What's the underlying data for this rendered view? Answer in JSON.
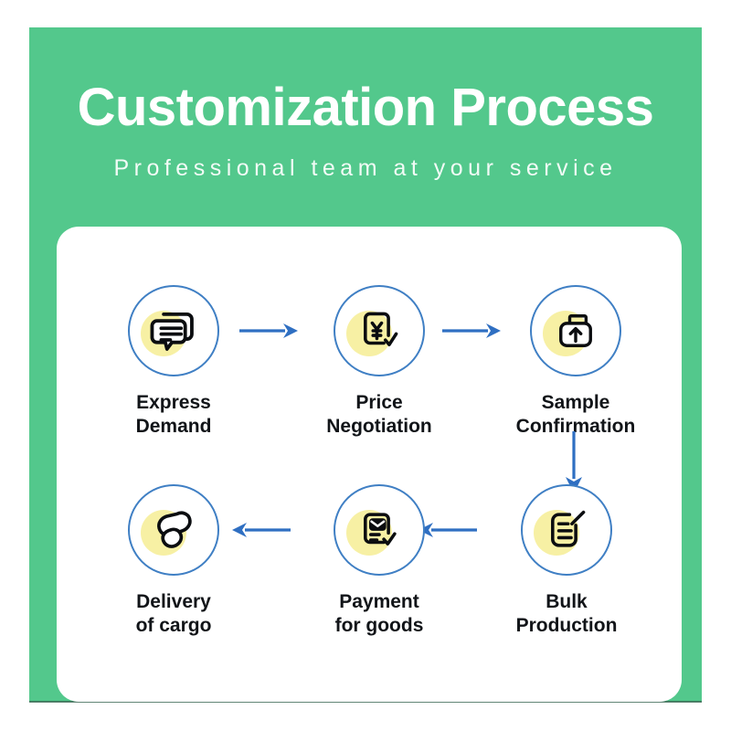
{
  "poster": {
    "title": "Customization Process",
    "subtitle": "Professional team at your service",
    "colors": {
      "background_green": "#53c88c",
      "card_white": "#ffffff",
      "accent_blue": "#3f7fc4",
      "arrow_blue": "#2f6fc2",
      "blob_yellow": "#f7f0a4",
      "text_dark": "#111418",
      "title_white": "#ffffff"
    }
  },
  "flow": {
    "steps": [
      {
        "order": 1,
        "label": "Express\nDemand",
        "icon": "chat-bubbles-icon",
        "row": "top",
        "column": 1
      },
      {
        "order": 2,
        "label": "Price\nNegotiation",
        "icon": "yen-invoice-check-icon",
        "row": "top",
        "column": 2
      },
      {
        "order": 3,
        "label": "Sample\nConfirmation",
        "icon": "folder-upload-icon",
        "row": "top",
        "column": 3
      },
      {
        "order": 4,
        "label": "Bulk\nProduction",
        "icon": "document-pen-icon",
        "row": "bottom",
        "column": 3
      },
      {
        "order": 5,
        "label": "Payment\nfor goods",
        "icon": "receipt-check-icon",
        "row": "bottom",
        "column": 2
      },
      {
        "order": 6,
        "label": "Delivery\nof cargo",
        "icon": "packages-icon",
        "row": "bottom",
        "column": 1
      }
    ],
    "connectors": [
      {
        "id": "arrow-1-to-2",
        "direction": "right",
        "from": "Express Demand",
        "to": "Price Negotiation"
      },
      {
        "id": "arrow-2-to-3",
        "direction": "right",
        "from": "Price Negotiation",
        "to": "Sample Confirmation"
      },
      {
        "id": "arrow-3-to-4",
        "direction": "down",
        "from": "Sample Confirmation",
        "to": "Bulk Production"
      },
      {
        "id": "arrow-4-to-5",
        "direction": "left",
        "from": "Bulk Production",
        "to": "Payment for goods"
      },
      {
        "id": "arrow-5-to-6",
        "direction": "left",
        "from": "Payment for goods",
        "to": "Delivery of cargo"
      }
    ]
  }
}
